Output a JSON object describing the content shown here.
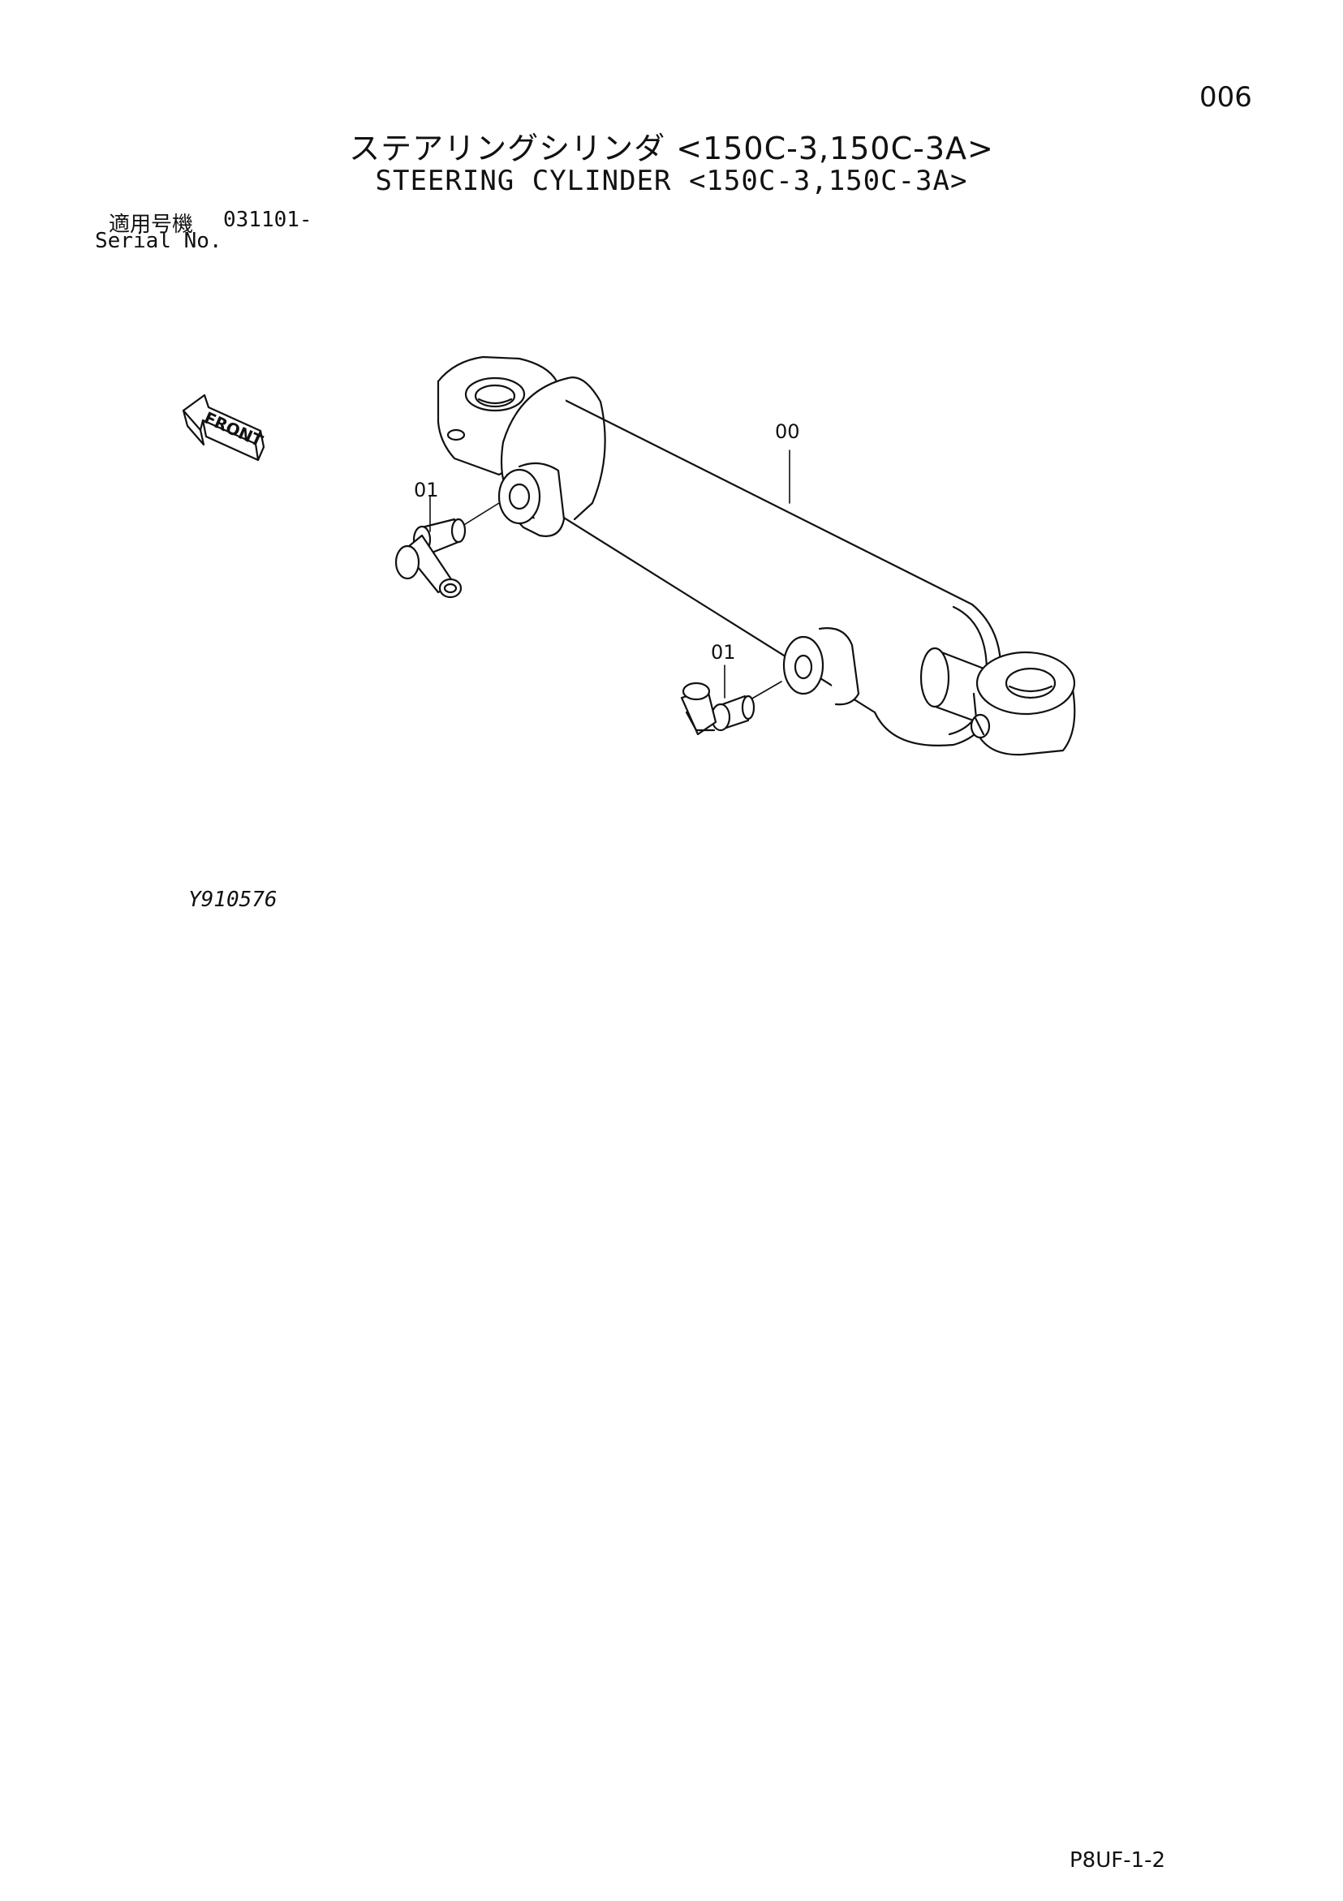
{
  "page_number": "006",
  "title_jp": "ステアリングシリンダ <150C-3,150C-3A>",
  "title_en": "STEERING CYLINDER <150C-3,150C-3A>",
  "serial": {
    "label_jp": "適用号機",
    "label_en": "Serial No.",
    "value": "031101-"
  },
  "diagram": {
    "front_label": "FRONT",
    "callouts": [
      {
        "id": "00"
      },
      {
        "id": "01"
      },
      {
        "id": "01"
      }
    ]
  },
  "figure_id": "Y910576",
  "doc_code": "P8UF-1-2"
}
